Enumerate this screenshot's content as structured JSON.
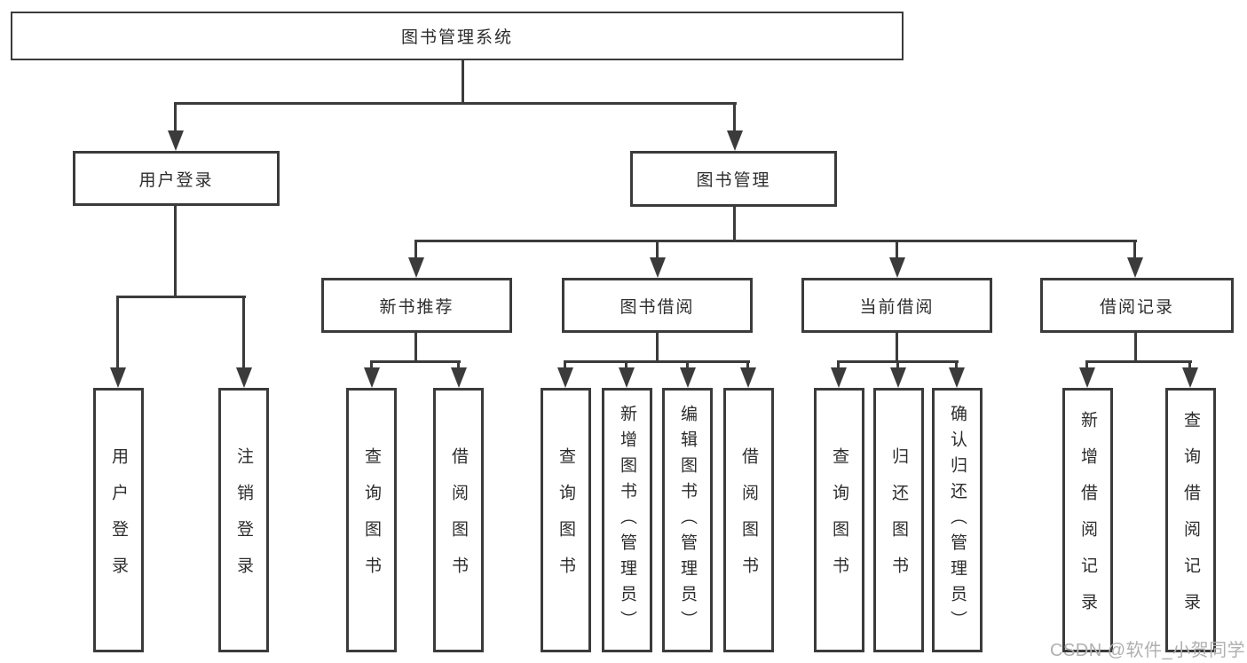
{
  "tree": {
    "label": "图书管理系统",
    "children": [
      {
        "label": "用户登录",
        "children": [
          {
            "label": "用户登录"
          },
          {
            "label": "注销登录"
          }
        ]
      },
      {
        "label": "图书管理",
        "children": [
          {
            "label": "新书推荐",
            "children": [
              {
                "label": "查询图书"
              },
              {
                "label": "借阅图书"
              }
            ]
          },
          {
            "label": "图书借阅",
            "children": [
              {
                "label": "查询图书"
              },
              {
                "label": "新增图书（管理员）"
              },
              {
                "label": "编辑图书（管理员）"
              },
              {
                "label": "借阅图书"
              }
            ]
          },
          {
            "label": "当前借阅",
            "children": [
              {
                "label": "查询图书"
              },
              {
                "label": "归还图书"
              },
              {
                "label": "确认归还（管理员）"
              }
            ]
          },
          {
            "label": "借阅记录",
            "children": [
              {
                "label": "新增借阅记录"
              },
              {
                "label": "查询借阅记录"
              }
            ]
          }
        ]
      }
    ]
  },
  "watermark": "CSDN @软件_小贺同学",
  "colors": {
    "line": "#3b3b3b",
    "text": "#2d2d2d",
    "background": "#ffffff",
    "watermark": "#b0b0b0"
  }
}
